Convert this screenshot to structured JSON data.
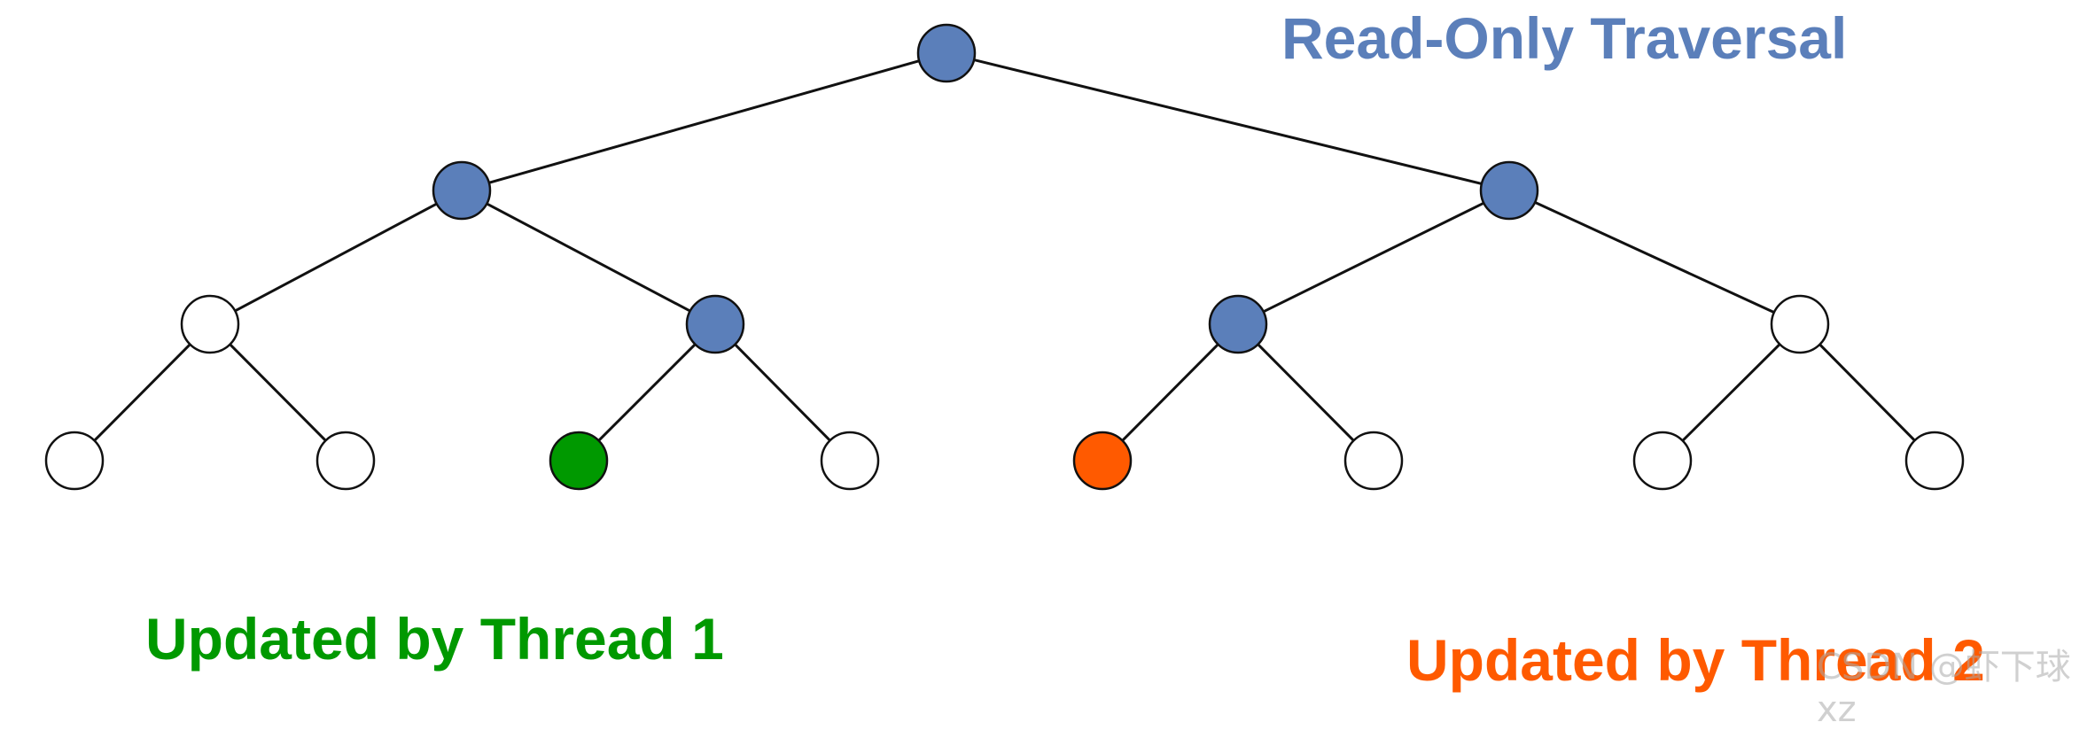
{
  "title": "Read-Only Traversal",
  "legend": {
    "thread1": "Updated by Thread 1",
    "thread2": "Updated by Thread 2"
  },
  "watermark": "CSDN @虾下球xz",
  "colors": {
    "traversed": "#5b7fba",
    "thread1": "#009900",
    "thread2": "#ff5a00",
    "untouched": "#ffffff",
    "outline": "#111111"
  },
  "tree": {
    "depth": 4,
    "nodes": [
      {
        "id": "n0",
        "state": "traversed"
      },
      {
        "id": "n1",
        "state": "traversed"
      },
      {
        "id": "n2",
        "state": "traversed"
      },
      {
        "id": "n3",
        "state": "untouched"
      },
      {
        "id": "n4",
        "state": "traversed"
      },
      {
        "id": "n5",
        "state": "traversed"
      },
      {
        "id": "n6",
        "state": "untouched"
      },
      {
        "id": "n7",
        "state": "untouched"
      },
      {
        "id": "n8",
        "state": "untouched"
      },
      {
        "id": "n9",
        "state": "thread1"
      },
      {
        "id": "n10",
        "state": "untouched"
      },
      {
        "id": "n11",
        "state": "thread2"
      },
      {
        "id": "n12",
        "state": "untouched"
      },
      {
        "id": "n13",
        "state": "untouched"
      },
      {
        "id": "n14",
        "state": "untouched"
      }
    ],
    "edges": [
      [
        "n0",
        "n1"
      ],
      [
        "n0",
        "n2"
      ],
      [
        "n1",
        "n3"
      ],
      [
        "n1",
        "n4"
      ],
      [
        "n2",
        "n5"
      ],
      [
        "n2",
        "n6"
      ],
      [
        "n3",
        "n7"
      ],
      [
        "n3",
        "n8"
      ],
      [
        "n4",
        "n9"
      ],
      [
        "n4",
        "n10"
      ],
      [
        "n5",
        "n11"
      ],
      [
        "n5",
        "n12"
      ],
      [
        "n6",
        "n13"
      ],
      [
        "n6",
        "n14"
      ]
    ]
  }
}
